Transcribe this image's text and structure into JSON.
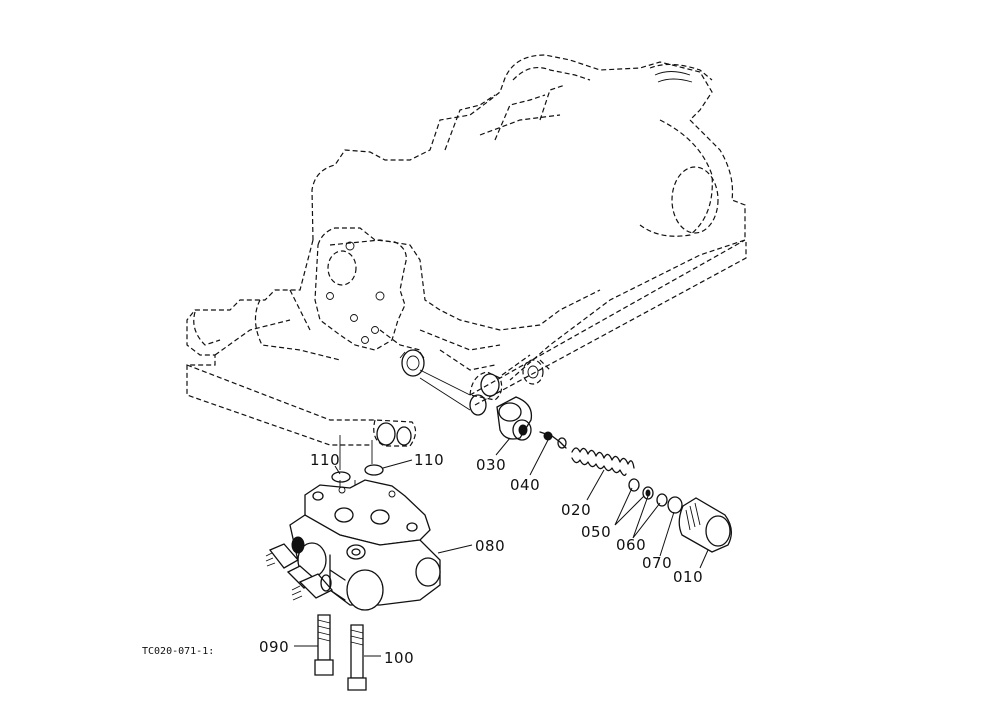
{
  "figure_ref": "TC020-071-1:",
  "callouts": [
    {
      "id": "110a",
      "text": "110"
    },
    {
      "id": "110b",
      "text": "110"
    },
    {
      "id": "030",
      "text": "030"
    },
    {
      "id": "040",
      "text": "040"
    },
    {
      "id": "020",
      "text": "020"
    },
    {
      "id": "050",
      "text": "050"
    },
    {
      "id": "060",
      "text": "060"
    },
    {
      "id": "070",
      "text": "070"
    },
    {
      "id": "010",
      "text": "010"
    },
    {
      "id": "080",
      "text": "080"
    },
    {
      "id": "090",
      "text": "090"
    },
    {
      "id": "100",
      "text": "100"
    }
  ]
}
